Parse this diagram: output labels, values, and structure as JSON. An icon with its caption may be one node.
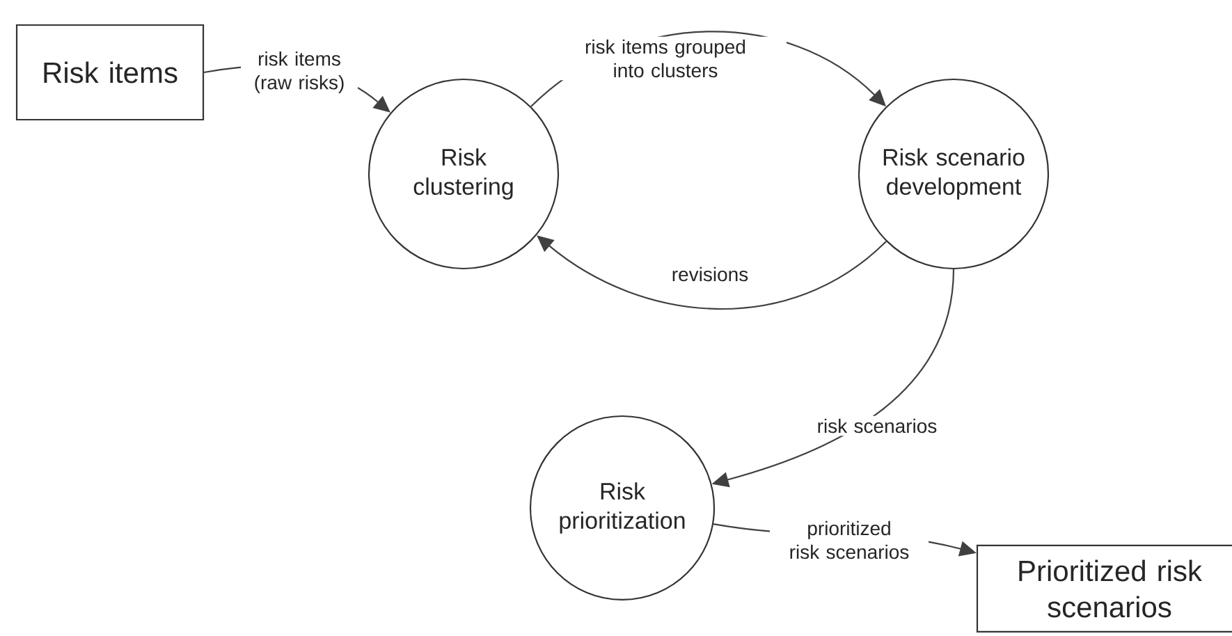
{
  "diagram": {
    "nodes": [
      {
        "text": [
          "Risk items"
        ]
      },
      {
        "text": [
          "Risk clustering"
        ]
      },
      {
        "text": [
          "Risk scenario development"
        ]
      },
      {
        "text": [
          "Risk prioritization"
        ]
      },
      {
        "text": [
          "Prioritized risk scenarios"
        ]
      }
    ],
    "edges": [
      {
        "from": 0,
        "to": 1,
        "arrow": "to",
        "label": "risk items (raw risks)"
      },
      {
        "from": 1,
        "to": 2,
        "arrow": "to",
        "label": "risk items grouped into clusters"
      },
      {
        "from": 2,
        "to": 1,
        "arrow": "to",
        "label": "revisions"
      },
      {
        "from": 2,
        "to": 3,
        "arrow": "to",
        "label": "risk scenarios"
      },
      {
        "from": 3,
        "to": 4,
        "arrow": "to",
        "label": "prioritized risk scenarios"
      }
    ]
  }
}
